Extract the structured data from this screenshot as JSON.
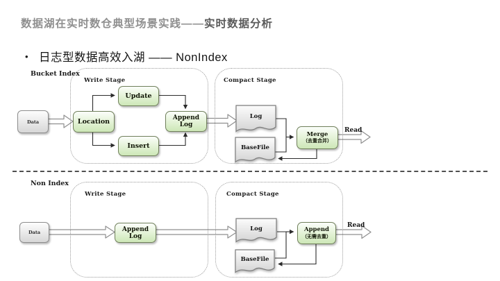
{
  "title": {
    "gray_part": "数据湖在实时数仓典型场景实践——",
    "bold_part": "实时数据分析"
  },
  "bullet": {
    "marker": "•",
    "text": "日志型数据高效入湖 —— NonIndex"
  },
  "colors": {
    "title_gray": "#8f8f8f",
    "title_dark": "#5a5a5a",
    "node_green_fill": "#cde7b7",
    "node_green_border": "#6f7f5a",
    "node_gray_fill": "#d7d7d7",
    "connector": "#2b2b2b"
  },
  "bucket_flow": {
    "label": "Bucket Index",
    "data_node": "Data",
    "write_stage": {
      "label": "Write Stage",
      "location": "Location",
      "update": "Update",
      "insert": "Insert",
      "append_log": "Append Log"
    },
    "compact_stage": {
      "label": "Compact Stage",
      "log": "Log",
      "basefile": "BaseFile",
      "merge": "Merge",
      "merge_note": "（去重合并）"
    },
    "read": "Read"
  },
  "nonindex_flow": {
    "label": "Non Index",
    "data_node": "Data",
    "write_stage": {
      "label": "Write Stage",
      "append_log": "Append Log"
    },
    "compact_stage": {
      "label": "Compact Stage",
      "log": "Log",
      "basefile": "BaseFile",
      "append": "Append",
      "append_note": "（无需去重）"
    },
    "read": "Read"
  }
}
